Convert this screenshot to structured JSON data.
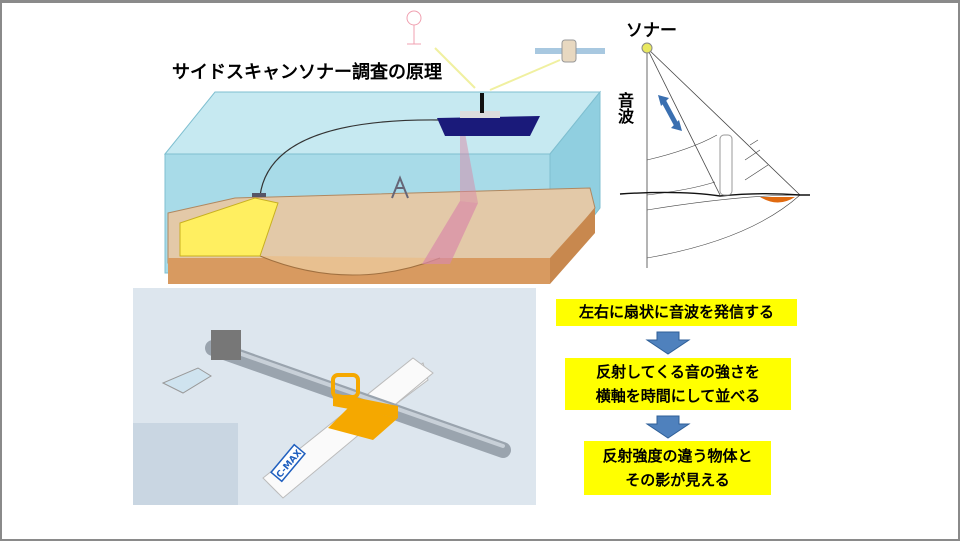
{
  "slide": {
    "title": "サイドスキャンソナー調査の原理",
    "sonar_diagram": {
      "sonar_label": "ソナー",
      "wave_label": "音波"
    },
    "device_photo": {
      "brand_label": "C-MAX"
    },
    "flow": [
      {
        "lines": [
          "左右に扇状に音波を発信する"
        ]
      },
      {
        "lines": [
          "反射してくる音の強さを",
          "横軸を時間にして並べる"
        ]
      },
      {
        "lines": [
          "反射強度の違う物体と",
          "その影が見える"
        ]
      }
    ],
    "colors": {
      "box": "#ffff00",
      "arrow": "#4f81bd",
      "ship": "#1a1a7a",
      "water": "#a8dbe8",
      "seabed": "#e3c9a8"
    }
  }
}
